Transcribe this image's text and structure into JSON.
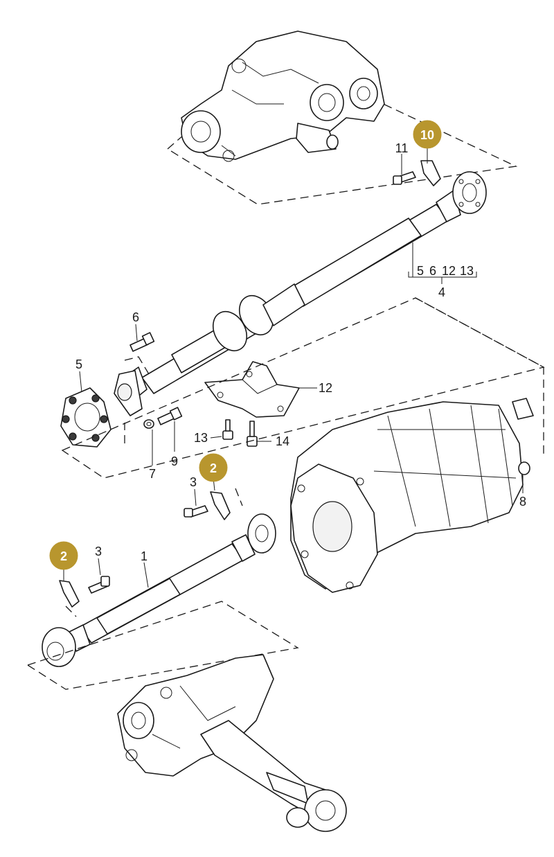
{
  "colors": {
    "badge": "#b8962e",
    "line": "#1a1a1a",
    "background": "#ffffff"
  },
  "labels": {
    "n1": "1",
    "n3a": "3",
    "n3b": "3",
    "n4": "4",
    "n5": "5",
    "n6": "6",
    "n7": "7",
    "n8": "8",
    "n9": "9",
    "n11": "11",
    "n12": "12",
    "n13": "13",
    "n14": "14",
    "group4_items": [
      "5",
      "6",
      "12",
      "13"
    ]
  },
  "badges": {
    "b10": "10",
    "b2a": "2",
    "b2b": "2"
  }
}
